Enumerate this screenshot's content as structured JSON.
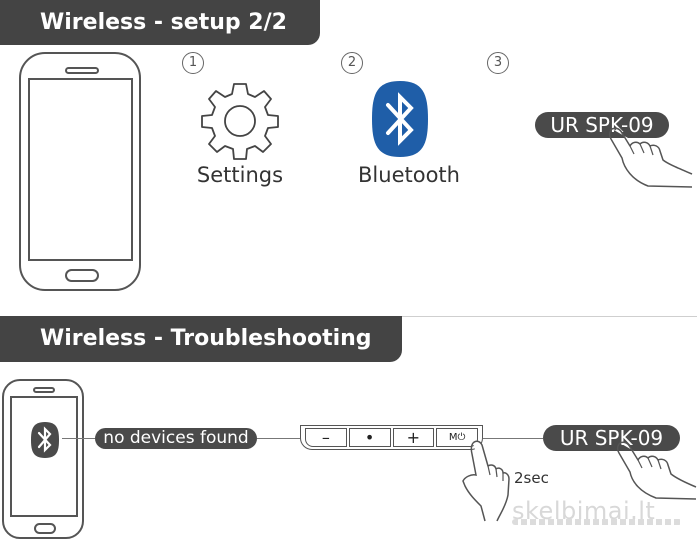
{
  "setup": {
    "title": "Wireless - setup 2/2",
    "steps": [
      {
        "number": "1",
        "label": "Settings",
        "icon": "gear-icon"
      },
      {
        "number": "2",
        "label": "Bluetooth",
        "icon": "bluetooth-icon"
      },
      {
        "number": "3",
        "device": "UR SPK-09",
        "icon": "hand-tap-icon"
      }
    ]
  },
  "troubleshooting": {
    "title": "Wireless - Troubleshooting",
    "status": "no devices found",
    "controls": [
      {
        "label": "–"
      },
      {
        "label": "•"
      },
      {
        "label": "+"
      },
      {
        "label": "M⏻"
      }
    ],
    "hold_duration": "2sec",
    "device": "UR SPK-09"
  },
  "watermark": "skelbimai.lt",
  "colors": {
    "bar": "#444444",
    "bluetooth": "#1f5ea8",
    "pill": "#4a4a4a"
  }
}
